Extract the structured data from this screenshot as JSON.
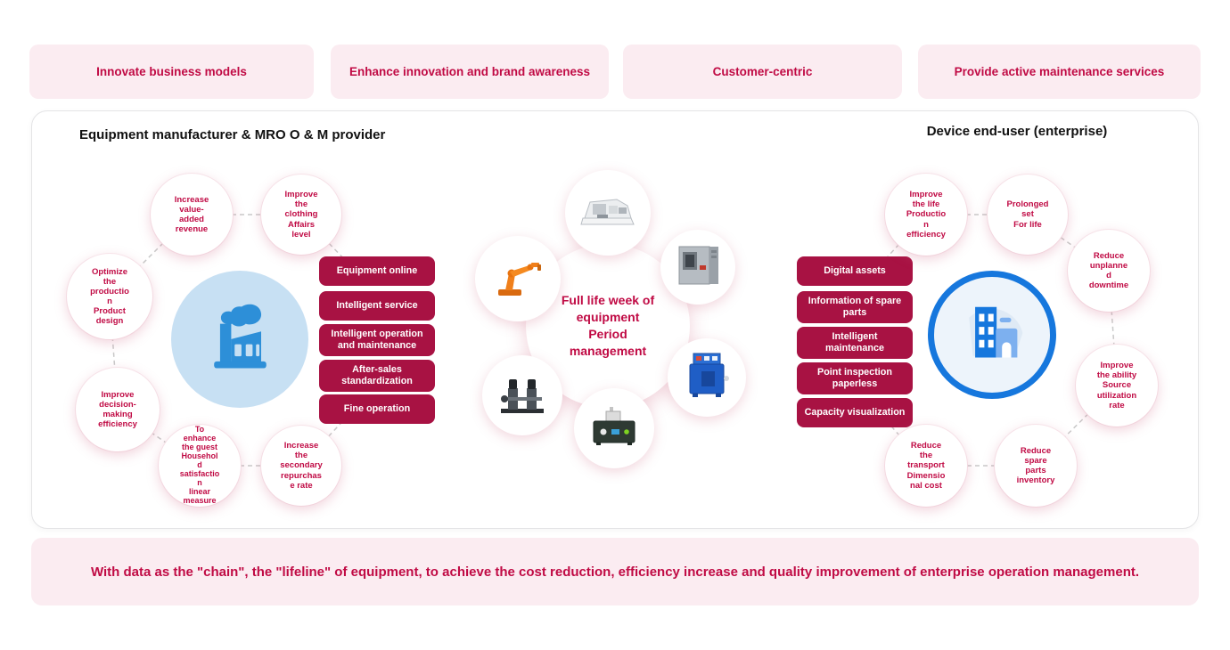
{
  "colors": {
    "accent_button": "#a81243",
    "accent_text": "#c00a44",
    "pink_bg": "#fbecf1",
    "factory_blue": "#2d8fd8",
    "factory_circle_bg": "#c7e0f3",
    "building_ring_blue": "#1677dd"
  },
  "top_boxes": [
    {
      "label": "Innovate business models"
    },
    {
      "label": "Enhance innovation and brand awareness"
    },
    {
      "label": "Customer-centric"
    },
    {
      "label": "Provide active maintenance services"
    }
  ],
  "panel": {
    "left_heading": "Equipment manufacturer & MRO O & M provider",
    "right_heading": "Device end-user (enterprise)",
    "left_cluster": {
      "hub_icon": "factory-icon",
      "circles": [
        {
          "text": "Increase\nvalue-\nadded\nrevenue"
        },
        {
          "text": "Improve\nthe\nclothing\nAffairs\nlevel"
        },
        {
          "text": "Optimize\nthe\nproductio\nn\nProduct\ndesign"
        },
        {
          "text": "Improve\ndecision-\nmaking\nefficiency"
        },
        {
          "text": "To\nenhance\nthe guest\nHousehol\nd\nsatisfactio\nn\nlinear\nmeasure"
        },
        {
          "text": "Increase\nthe\nsecondary\nrepurchas\ne rate"
        }
      ],
      "buttons": [
        {
          "label": "Equipment online"
        },
        {
          "label": "Intelligent service"
        },
        {
          "label": "Intelligent operation and maintenance"
        },
        {
          "label": "After-sales standardization"
        },
        {
          "label": "Fine operation"
        }
      ]
    },
    "center": {
      "title": "Full life week of\nequipment\nPeriod\nmanagement",
      "machines": [
        {
          "name": "cnc-machine"
        },
        {
          "name": "test-chamber"
        },
        {
          "name": "robot-arm"
        },
        {
          "name": "pump-unit"
        },
        {
          "name": "control-box"
        },
        {
          "name": "industrial-furnace"
        }
      ]
    },
    "right_cluster": {
      "hub_icon": "building-icon",
      "buttons": [
        {
          "label": "Digital assets"
        },
        {
          "label": "Information of spare parts"
        },
        {
          "label": "Intelligent maintenance"
        },
        {
          "label": "Point inspection paperless"
        },
        {
          "label": "Capacity visualization"
        }
      ],
      "circles": [
        {
          "text": "Improve\nthe life\nProductio\nn\nefficiency"
        },
        {
          "text": "Prolonged\nset\nFor life"
        },
        {
          "text": "Reduce\nunplanne\nd\ndowntime"
        },
        {
          "text": "Improve\nthe ability\nSource\nutilization\nrate"
        },
        {
          "text": "Reduce\nspare\nparts\ninventory"
        },
        {
          "text": "Reduce\nthe\ntransport\nDimensio\nnal cost"
        }
      ]
    }
  },
  "banner": {
    "text": "With data as the \"chain\", the \"lifeline\" of equipment, to achieve the cost reduction, efficiency increase and quality improvement of enterprise operation management."
  }
}
